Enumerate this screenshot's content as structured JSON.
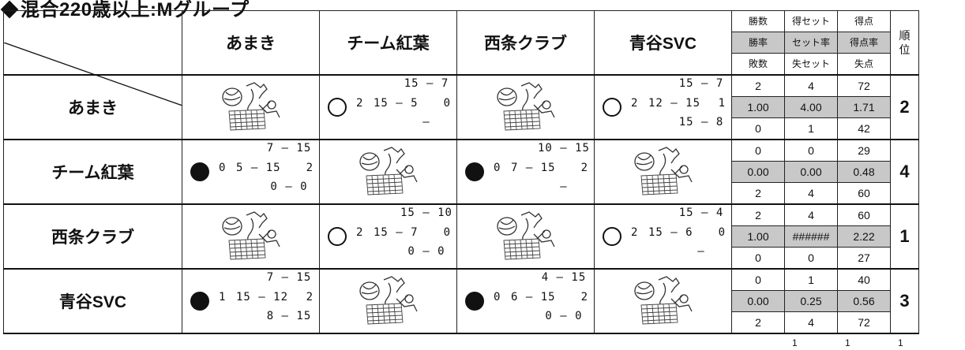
{
  "title": "混合220歳以上:Mグループ",
  "teams": [
    "あまき",
    "チーム紅葉",
    "西条クラブ",
    "青谷SVC"
  ],
  "stat_headers": {
    "wins": [
      "勝数",
      "勝率",
      "敗数"
    ],
    "sets": [
      "得セット",
      "セット率",
      "失セット"
    ],
    "points": [
      "得点",
      "得点率",
      "失点"
    ],
    "rank": "順位"
  },
  "rows": [
    {
      "team": "あまき",
      "cells": [
        {
          "type": "self"
        },
        {
          "type": "win",
          "s1": "15 — 7",
          "left": "2",
          "s2": "15 — 5",
          "right": "0",
          "s3": "—"
        },
        {
          "type": "self"
        },
        {
          "type": "win",
          "s1": "15 — 7",
          "left": "2",
          "s2": "12 — 15",
          "right": "1",
          "s3": "15 — 8"
        }
      ],
      "stats": {
        "wins": "2",
        "win_rate": "1.00",
        "losses": "0",
        "sets_won": "4",
        "set_rate": "4.00",
        "sets_lost": "1",
        "pts_won": "72",
        "pt_rate": "1.71",
        "pts_lost": "42"
      },
      "rank": "2"
    },
    {
      "team": "チーム紅葉",
      "cells": [
        {
          "type": "lose",
          "s1": "7 — 15",
          "left": "0",
          "s2": "5 — 15",
          "right": "2",
          "s3": "0 — 0"
        },
        {
          "type": "self"
        },
        {
          "type": "lose",
          "s1": "10 — 15",
          "left": "0",
          "s2": "7 — 15",
          "right": "2",
          "s3": "—"
        },
        {
          "type": "self"
        }
      ],
      "stats": {
        "wins": "0",
        "win_rate": "0.00",
        "losses": "2",
        "sets_won": "0",
        "set_rate": "0.00",
        "sets_lost": "4",
        "pts_won": "29",
        "pt_rate": "0.48",
        "pts_lost": "60"
      },
      "rank": "4"
    },
    {
      "team": "西条クラブ",
      "cells": [
        {
          "type": "self"
        },
        {
          "type": "win",
          "s1": "15 — 10",
          "left": "2",
          "s2": "15 — 7",
          "right": "0",
          "s3": "0 — 0"
        },
        {
          "type": "self"
        },
        {
          "type": "win",
          "s1": "15 — 4",
          "left": "2",
          "s2": "15 — 6",
          "right": "0",
          "s3": "—"
        }
      ],
      "stats": {
        "wins": "2",
        "win_rate": "1.00",
        "losses": "0",
        "sets_won": "4",
        "set_rate": "######",
        "sets_lost": "0",
        "pts_won": "60",
        "pt_rate": "2.22",
        "pts_lost": "27"
      },
      "rank": "1"
    },
    {
      "team": "青谷SVC",
      "cells": [
        {
          "type": "lose",
          "s1": "7 — 15",
          "left": "1",
          "s2": "15 — 12",
          "right": "2",
          "s3": "8 — 15"
        },
        {
          "type": "self"
        },
        {
          "type": "lose",
          "s1": "4 — 15",
          "left": "0",
          "s2": "6 — 15",
          "right": "2",
          "s3": "0 — 0"
        },
        {
          "type": "self"
        }
      ],
      "stats": {
        "wins": "0",
        "win_rate": "0.00",
        "losses": "2",
        "sets_won": "1",
        "set_rate": "0.25",
        "sets_lost": "4",
        "pts_won": "40",
        "pt_rate": "0.56",
        "pts_lost": "72"
      },
      "rank": "3"
    }
  ],
  "footer_marks": [
    "1",
    "1",
    "1"
  ],
  "icon_names": {
    "self_cell": "volleyball-mascot-icon",
    "win": "win-circle-icon",
    "loss": "loss-dot-icon"
  }
}
